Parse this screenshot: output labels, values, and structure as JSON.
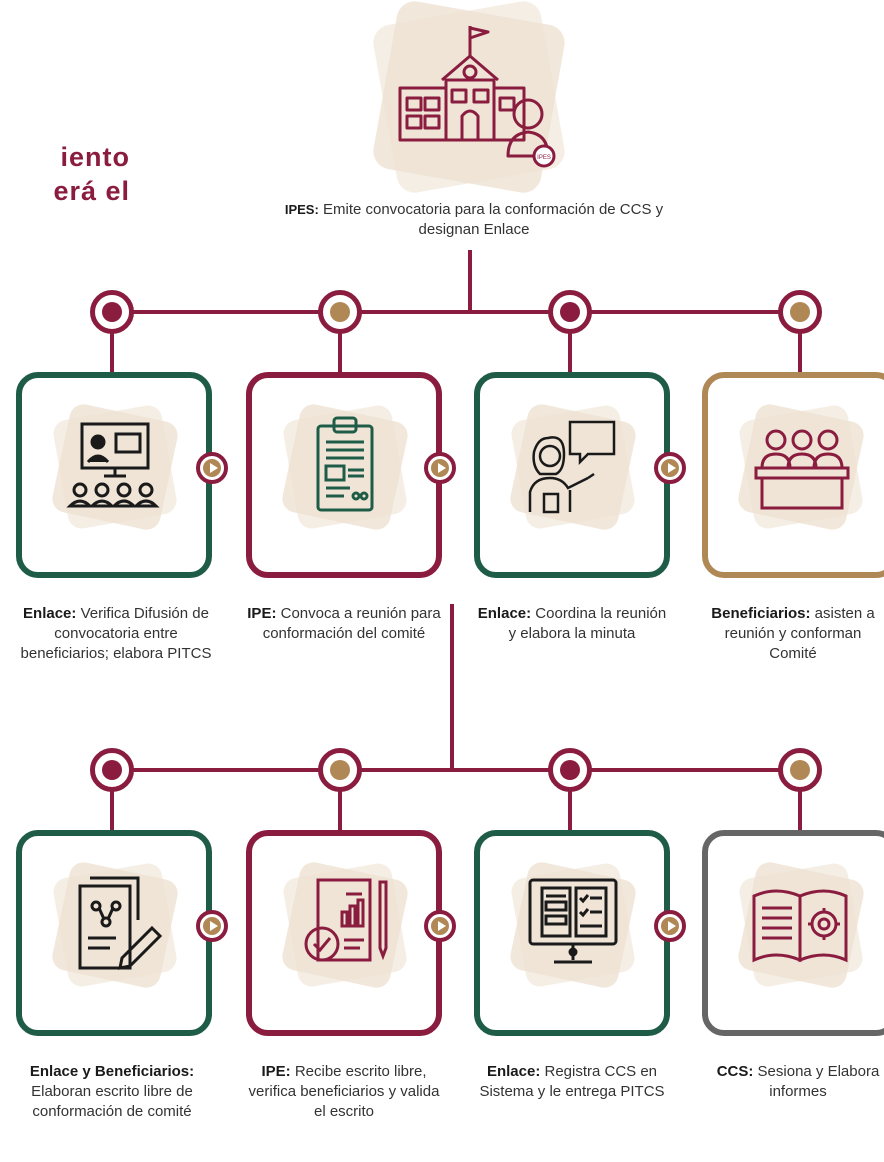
{
  "title_fragment": {
    "line1": "iento",
    "line2": "erá el"
  },
  "colors": {
    "burgundy": "#8a1c3f",
    "green": "#1f5c48",
    "gold": "#b08855",
    "gray": "#666666",
    "beige": "#efe3d4"
  },
  "top": {
    "actor": "IPES:",
    "text": "Emite convocatoria para la conformación de CCS y designan Enlace",
    "icon": "school-building-icon",
    "badge": "IPES"
  },
  "row1": [
    {
      "actor": "Enlace:",
      "text": "Verifica Difusión de convocatoria entre beneficiarios; elabora PITCS",
      "icon": "video-conference-icon"
    },
    {
      "actor": "IPE:",
      "text": "Convoca a reunión para conformación del comité",
      "icon": "clipboard-icon"
    },
    {
      "actor": "Enlace:",
      "text": "Coordina la reunión y elabora la minuta",
      "icon": "presenter-icon"
    },
    {
      "actor": "Beneficiarios:",
      "text": "asisten a reunión y conforman Comité",
      "icon": "committee-table-icon"
    }
  ],
  "row2": [
    {
      "actor": "Enlace y Beneficiarios:",
      "text": "Elaboran escrito libre de conformación de comité",
      "icon": "document-pen-icon"
    },
    {
      "actor": "IPE:",
      "text": "Recibe escrito libre, verifica beneficiarios y valida el escrito",
      "icon": "report-gear-icon"
    },
    {
      "actor": "Enlace:",
      "text": "Registra CCS en Sistema y le entrega PITCS",
      "icon": "computer-forms-icon"
    },
    {
      "actor": "CCS:",
      "text": "Sesiona y Elabora informes",
      "icon": "open-book-gear-icon"
    }
  ]
}
